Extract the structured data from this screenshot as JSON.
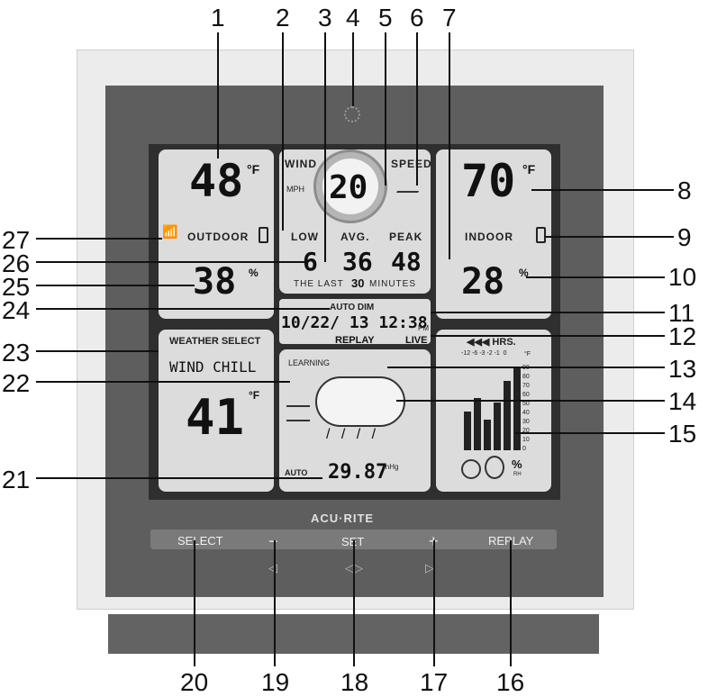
{
  "callouts": [
    "1",
    "2",
    "3",
    "4",
    "5",
    "6",
    "7",
    "8",
    "9",
    "10",
    "11",
    "12",
    "13",
    "14",
    "15",
    "16",
    "17",
    "18",
    "19",
    "20",
    "21",
    "22",
    "23",
    "24",
    "25",
    "26",
    "27"
  ],
  "display": {
    "outdoor_temp": "48",
    "outdoor_temp_unit": "°F",
    "outdoor_label": "OUTDOOR",
    "outdoor_humidity": "38",
    "humidity_unit": "%",
    "wind_label": "WIND",
    "speed_label": "SPEED",
    "mph_label": "MPH",
    "wind_speed": "20",
    "low_label": "LOW",
    "avg_label": "AVG.",
    "peak_label": "PEAK",
    "low_value": "6",
    "avg_value": "36",
    "peak_value": "48",
    "last_minutes_prefix": "THE LAST",
    "last_minutes_value": "30",
    "last_minutes_suffix": "MINUTES",
    "indoor_temp": "70",
    "indoor_temp_unit": "°F",
    "indoor_label": "INDOOR",
    "indoor_humidity": "28",
    "auto_dim": "AUTO DIM",
    "datetime": "10/22/ 13 12:38",
    "pm": "PM",
    "replay": "REPLAY",
    "live": "LIVE",
    "weather_select": "WEATHER SELECT",
    "wind_chill": "WIND CHILL",
    "wind_chill_value": "41",
    "learning": "LEARNING",
    "auto": "AUTO",
    "pressure": "29.87",
    "pressure_unit": "inHg",
    "hrs_label": "◀◀◀ HRS.",
    "hrs_ticks": "-12 -6 -3 -2 -1  0",
    "scale_top": "°F",
    "scale_values": [
      "90",
      "80",
      "70",
      "60",
      "50",
      "40",
      "30",
      "20",
      "10",
      "0"
    ],
    "graph_bars": [
      0.45,
      0.6,
      0.35,
      0.55,
      0.8,
      0.95
    ],
    "rh": "%",
    "rh_sub": "RH"
  },
  "brand": "ACU·RITE",
  "buttons": {
    "select": "SELECT",
    "minus": "−",
    "set": "SET",
    "plus": "+",
    "replay": "REPLAY",
    "left_icon": "◁",
    "set_icon": "◁▷",
    "right_icon": "▷"
  },
  "colors": {
    "frame": "#5e5e5e",
    "housing": "#ececec",
    "lcd": "#d9d9d9",
    "button_strip": "#7a7a7a"
  }
}
